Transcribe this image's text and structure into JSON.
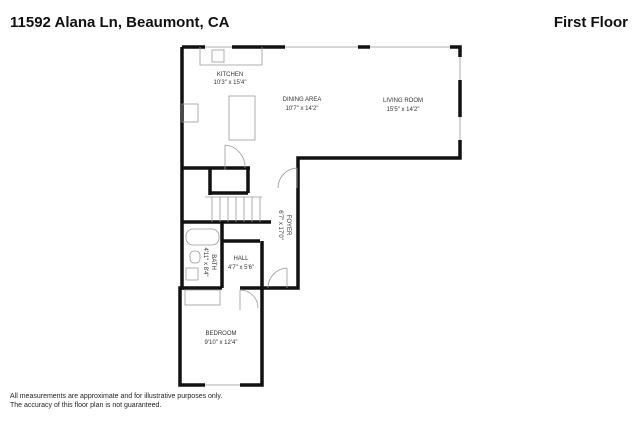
{
  "header": {
    "address": "11592 Alana Ln, Beaumont, CA",
    "floor": "First Floor"
  },
  "rooms": [
    {
      "name": "KITCHEN",
      "dims": "10'3\" x 15'4\""
    },
    {
      "name": "DINING AREA",
      "dims": "10'7\" x 14'2\""
    },
    {
      "name": "LIVING ROOM",
      "dims": "15'5\" x 14'2\""
    },
    {
      "name": "FOYER",
      "dims": "6'7\" x 17'0\""
    },
    {
      "name": "BATH",
      "dims": "4'11\" x 8'4\""
    },
    {
      "name": "HALL",
      "dims": "4'7\" x 5'6\""
    },
    {
      "name": "BEDROOM",
      "dims": "9'10\" x 12'4\""
    }
  ],
  "footer": {
    "line1": "All measurements are approximate and for illustrative purposes only.",
    "line2": "The accuracy of this floor plan is not guaranteed."
  }
}
